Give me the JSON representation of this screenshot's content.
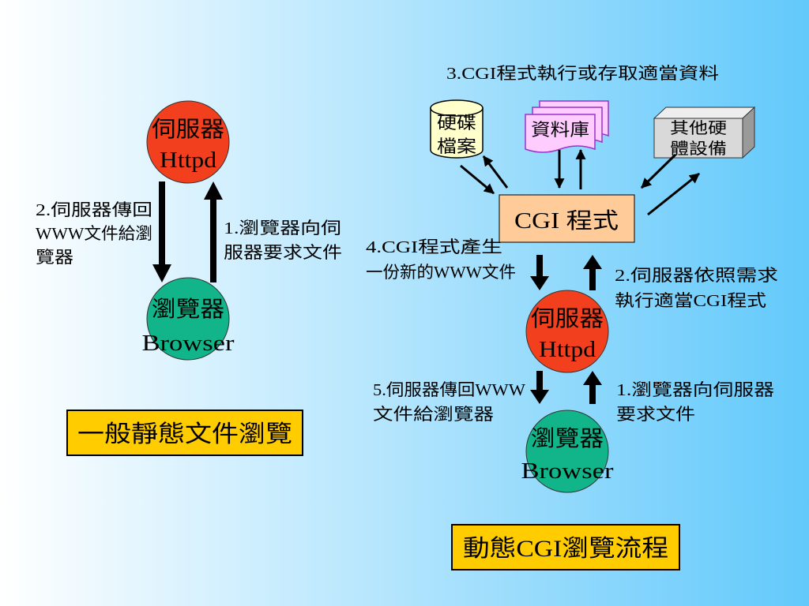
{
  "background": {
    "gradient_start": "#ffffff",
    "gradient_end": "#62c9fb"
  },
  "colors": {
    "server_fill": "#f2401f",
    "browser_fill": "#12b48a",
    "caption_fill": "#ffcc00",
    "cgi_fill": "#ffcc99",
    "disk_fill": "#ffffcc",
    "database_fill": "#ffccff",
    "database_stroke": "#9933cc",
    "hardware_front": "#d9d9d9",
    "hardware_top": "#eeeeee",
    "hardware_side": "#9a9a9a"
  },
  "static_flow": {
    "server": {
      "line1": "伺服器",
      "line2": "Httpd"
    },
    "browser": {
      "line1": "瀏覽器",
      "line2": "Browser"
    },
    "step2_lines": [
      "2.伺服器傳回",
      "WWW文件給瀏",
      "覽器"
    ],
    "step1_lines": [
      "1.瀏覽器向伺",
      "服器要求文件"
    ],
    "caption": "一般靜態文件瀏覽"
  },
  "dynamic_flow": {
    "step3_title": "3.CGI程式執行或存取適當資料",
    "disk": {
      "line1": "硬碟",
      "line2": "檔案"
    },
    "database": "資料庫",
    "hardware": {
      "line1": "其他硬",
      "line2": "體設備"
    },
    "cgi_program": "CGI 程式",
    "step4_lines": [
      "4.CGI程式產生",
      "一份新的WWW文件"
    ],
    "step2_lines": [
      "2.伺服器依照需求",
      "執行適當CGI程式"
    ],
    "server": {
      "line1": "伺服器",
      "line2": "Httpd"
    },
    "step5_lines": [
      "5.伺服器傳回WWW",
      "文件給瀏覽器"
    ],
    "step1_lines": [
      "1.瀏覽器向伺服器",
      "要求文件"
    ],
    "browser": {
      "line1": "瀏覽器",
      "line2": "Browser"
    },
    "caption": "動態CGI瀏覽流程"
  }
}
